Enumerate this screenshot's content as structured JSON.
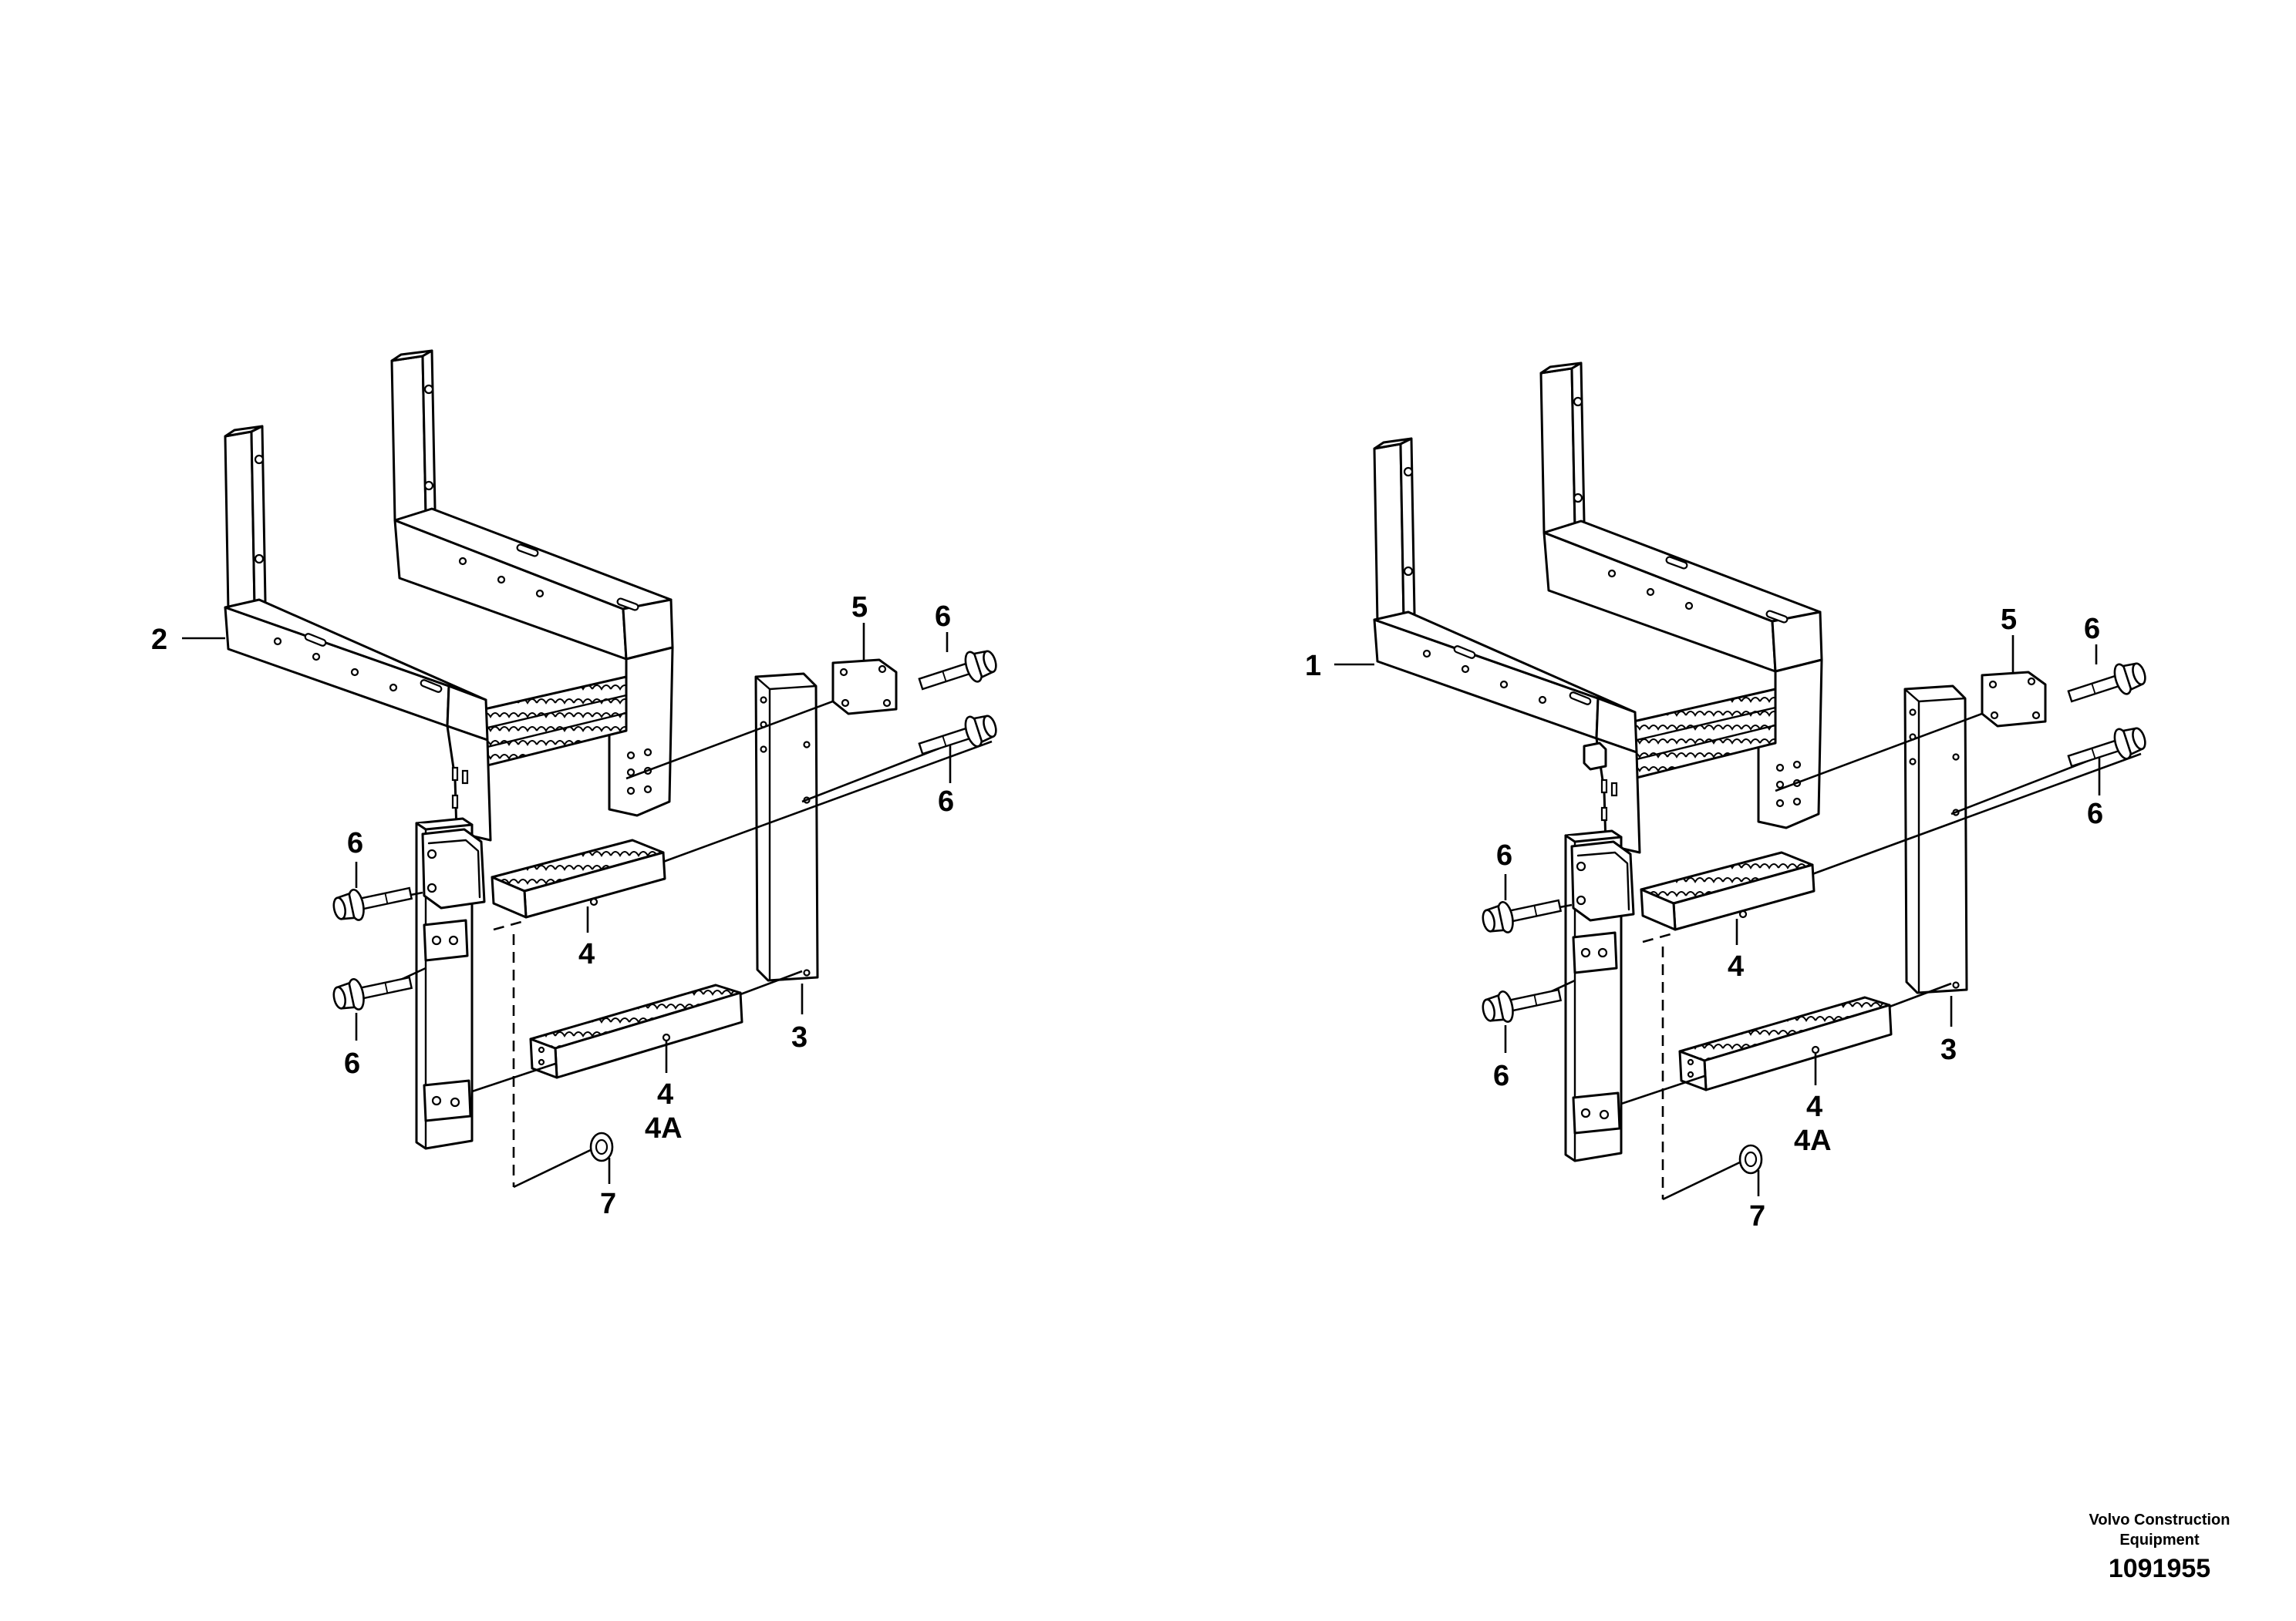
{
  "left_view": {
    "callouts": {
      "c2": "2",
      "c5": "5",
      "c6a": "6",
      "c6b": "6",
      "c6c": "6",
      "c6d": "6",
      "c4": "4",
      "c4b": "4",
      "c4a": "4A",
      "c3": "3",
      "c7": "7"
    }
  },
  "right_view": {
    "callouts": {
      "c1": "1",
      "c5": "5",
      "c6a": "6",
      "c6b": "6",
      "c6c": "6",
      "c6d": "6",
      "c4": "4",
      "c4b": "4",
      "c4a": "4A",
      "c3": "3",
      "c7": "7"
    }
  },
  "caption": {
    "publisher_line1": "Volvo Construction",
    "publisher_line2": "Equipment",
    "figure_number": "1091955"
  }
}
